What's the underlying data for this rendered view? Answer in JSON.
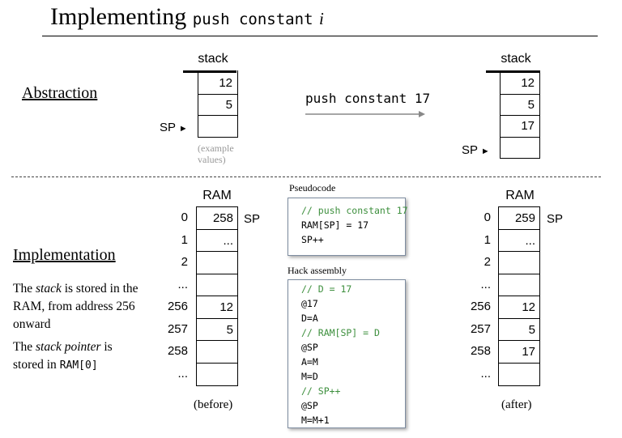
{
  "title": {
    "main": "Implementing",
    "code": "push constant",
    "var": "i"
  },
  "abstraction": {
    "heading": "Abstraction",
    "before_stack": {
      "header": "stack",
      "cells": [
        "12",
        "5",
        ""
      ],
      "sp_label": "SP",
      "note": "(example values)"
    },
    "operation": "push constant 17",
    "after_stack": {
      "header": "stack",
      "cells": [
        "12",
        "5",
        "17",
        ""
      ],
      "sp_label": "SP"
    }
  },
  "implementation": {
    "heading": "Implementation",
    "para1": {
      "pre": "The ",
      "em": "stack",
      "post": " is stored in the RAM, from address 256 onward"
    },
    "para2": {
      "pre": "The ",
      "em": "stack pointer",
      "post": " is stored in ",
      "code": "RAM[0]"
    },
    "ram_before": {
      "header": "RAM",
      "rows": [
        {
          "addr": "0",
          "value": "258"
        },
        {
          "addr": "1",
          "value": "..."
        },
        {
          "addr": "2",
          "value": ""
        },
        {
          "addr": "...",
          "value": ""
        },
        {
          "addr": "256",
          "value": "12"
        },
        {
          "addr": "257",
          "value": "5"
        },
        {
          "addr": "258",
          "value": ""
        },
        {
          "addr": "...",
          "value": ""
        }
      ],
      "sp_label": "SP",
      "caption": "(before)"
    },
    "ram_after": {
      "header": "RAM",
      "rows": [
        {
          "addr": "0",
          "value": "259"
        },
        {
          "addr": "1",
          "value": "..."
        },
        {
          "addr": "2",
          "value": ""
        },
        {
          "addr": "...",
          "value": ""
        },
        {
          "addr": "256",
          "value": "12"
        },
        {
          "addr": "257",
          "value": "5"
        },
        {
          "addr": "258",
          "value": "17"
        },
        {
          "addr": "...",
          "value": ""
        }
      ],
      "sp_label": "SP",
      "caption": "(after)"
    },
    "pseudocode": {
      "label": "Pseudocode",
      "lines": [
        {
          "text": "// push constant 17",
          "comment": true
        },
        {
          "text": "RAM[SP] = 17",
          "comment": false
        },
        {
          "text": "SP++",
          "comment": false
        }
      ]
    },
    "hack": {
      "label": "Hack assembly",
      "lines": [
        {
          "text": "// D = 17",
          "comment": true
        },
        {
          "text": "@17",
          "comment": false
        },
        {
          "text": "D=A",
          "comment": false
        },
        {
          "text": "// RAM[SP] = D",
          "comment": true
        },
        {
          "text": "@SP",
          "comment": false
        },
        {
          "text": "A=M",
          "comment": false
        },
        {
          "text": "M=D",
          "comment": false
        },
        {
          "text": "// SP++",
          "comment": true
        },
        {
          "text": "@SP",
          "comment": false
        },
        {
          "text": "M=M+1",
          "comment": false
        }
      ]
    }
  }
}
